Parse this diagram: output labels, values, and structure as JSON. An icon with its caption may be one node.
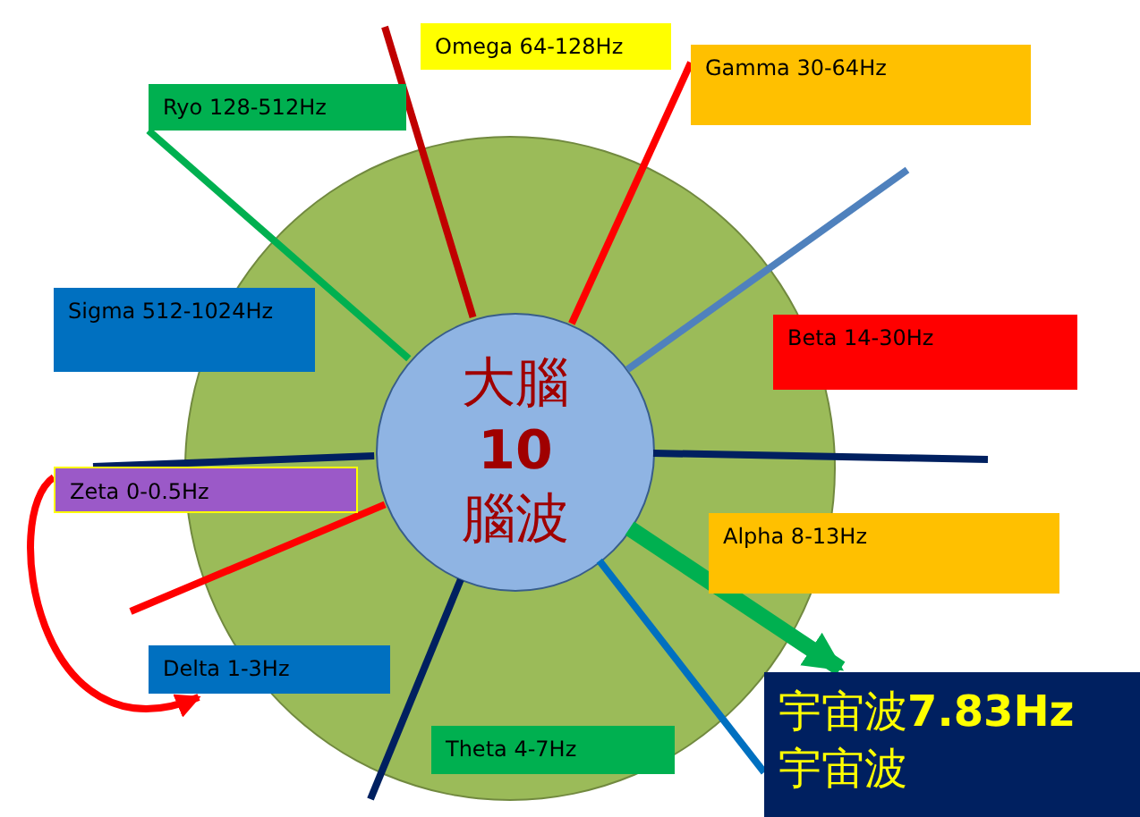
{
  "diagram": {
    "nodes": [
      {
        "text": [],
        "shape": "circle"
      },
      {
        "text": [
          "大腦",
          "10",
          "腦波"
        ],
        "in": 0
      },
      {
        "text": [
          "Omega 64-128Hz"
        ]
      },
      {
        "text": [
          "Ryo 128-512Hz"
        ]
      },
      {
        "text": [
          "Gamma 30-64Hz"
        ]
      },
      {
        "text": [
          "Sigma 512-1024Hz"
        ]
      },
      {
        "text": [
          "Beta 14-30Hz"
        ]
      },
      {
        "text": [
          "Zeta 0-0.5Hz"
        ]
      },
      {
        "text": [
          "Alpha 8-13Hz"
        ]
      },
      {
        "text": [
          "Delta 1-3Hz"
        ]
      },
      {
        "text": [
          "Theta 4-7Hz"
        ],
        "in": 0
      },
      {
        "text": [
          "宇宙波**7.83Hz**",
          "宇宙波"
        ]
      }
    ],
    "edges": [
      {
        "from": 1,
        "to": null,
        "arrow": "none",
        "color": "#c00000"
      },
      {
        "from": 1,
        "to": 3,
        "arrow": "none",
        "color": "#00b050"
      },
      {
        "from": 1,
        "to": 4,
        "arrow": "none",
        "color": "#ff0000"
      },
      {
        "from": 1,
        "to": null,
        "arrow": "none",
        "color": "#4f81bd"
      },
      {
        "from": 1,
        "to": 7,
        "arrow": "none",
        "color": "#002060"
      },
      {
        "from": 1,
        "to": null,
        "arrow": "none",
        "color": "#002060"
      },
      {
        "from": 1,
        "to": null,
        "arrow": "none",
        "color": "#ff0000"
      },
      {
        "from": 1,
        "to": null,
        "arrow": "none",
        "color": "#002060"
      },
      {
        "from": 1,
        "to": 11,
        "arrow": "none",
        "color": "#0070c0"
      },
      {
        "from": 1,
        "to": 11,
        "arrow": "to",
        "style": "thick",
        "color": "#00b050"
      },
      {
        "from": 7,
        "to": 9,
        "arrow": "to",
        "color": "#ff0000"
      }
    ]
  }
}
